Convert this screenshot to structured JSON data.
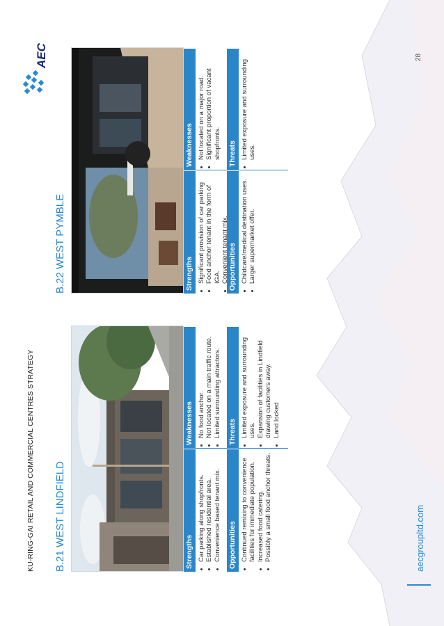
{
  "header": {
    "title": "KU-RING-GAI RETAIL AND COMMERCIAL CENTRES STRATEGY",
    "logo_text": "AEC"
  },
  "sections": [
    {
      "title": "B.21 WEST LINDFIELD",
      "strengths_label": "Strengths",
      "strengths": [
        "Car parking along shopfronts.",
        "Established residential area.",
        "Convenience based tenant mix."
      ],
      "weaknesses_label": "Weaknesses",
      "weaknesses": [
        "No food anchor.",
        "Not located on a main traffic route.",
        "Limited surrounding attractors."
      ],
      "opportunities_label": "Opportunities",
      "opportunities": [
        "Continued remixing to convenience facilities for immediate  population.",
        "Increased food catering.",
        "Possibly a small food anchor threats."
      ],
      "threats_label": "Threats",
      "threats": [
        "Limited exposure and surrounding uses.",
        "Expansion of facilities in Lindfield drawing customers away.",
        "Land locked"
      ]
    },
    {
      "title": "B.22  WEST PYMBLE",
      "strengths_label": "Strengths",
      "strengths": [
        "Significant provision of car parking",
        "Food anchor tenant in the form of IGA.",
        "Convenient tenant mix."
      ],
      "weaknesses_label": "Weaknesses",
      "weaknesses": [
        "Not located on a major road.",
        "Significant proportion of vacant shopfronts."
      ],
      "opportunities_label": "Opportunities",
      "opportunities": [
        "Childcare/medical destination uses.",
        "Larger supermarket offer."
      ],
      "threats_label": "Threats",
      "threats": [
        "Limited exposure and surrounding uses."
      ]
    }
  ],
  "footer": {
    "url": "aecgroupltd.com",
    "page_number": "28"
  },
  "colors": {
    "accent": "#2b86c9",
    "title_blue": "#2a8ad1",
    "logo_navy": "#1b2a6b"
  }
}
